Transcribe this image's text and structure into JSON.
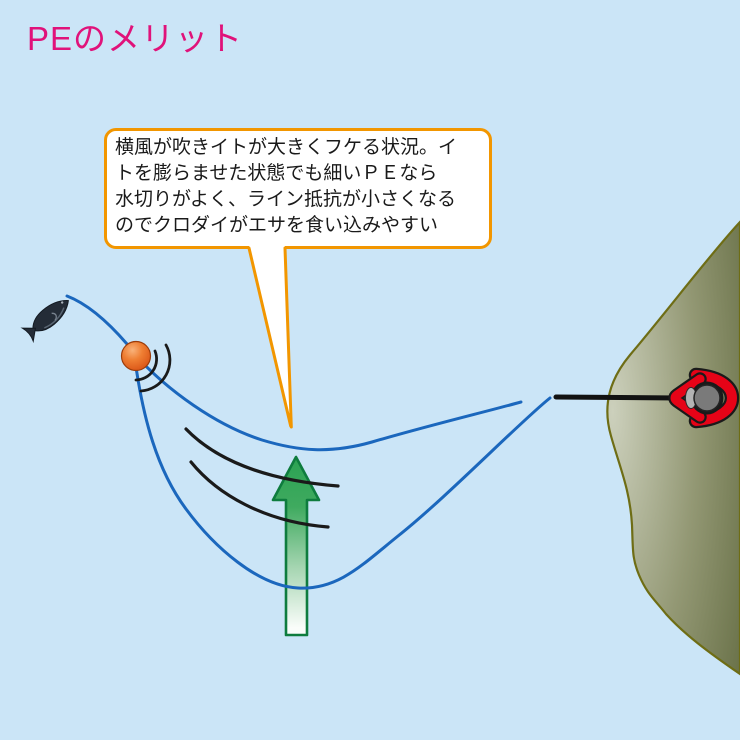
{
  "title": {
    "text": "PEのメリット"
  },
  "speech_bubble": {
    "lines": [
      "横風が吹きイトが大きくフケる状況。イ",
      "トを膨らませた状態でも細いＰＥなら",
      "水切りがよく、ライン抵抗が小さくなる",
      "のでクロダイがエサを食い込みやすい"
    ]
  },
  "colors": {
    "background": "#cbe5f7",
    "title": "#e0127a",
    "bubble_border": "#f29600",
    "bubble_bg": "#ffffff",
    "bubble_text": "#1a1a1a",
    "fishing_line": "#1b67bd",
    "wind_arc": "#1a1a1a",
    "arrow_green": "#2ba253",
    "arrow_border": "#0e7c3e",
    "float_orange": "#e96a2b",
    "cliff_light": "#ccd0bc",
    "cliff_dark": "#687047",
    "cliff_outline": "#6e6d15",
    "jacket_red": "#e60317",
    "rod_black": "#121212",
    "fish_body": "#242c37"
  }
}
